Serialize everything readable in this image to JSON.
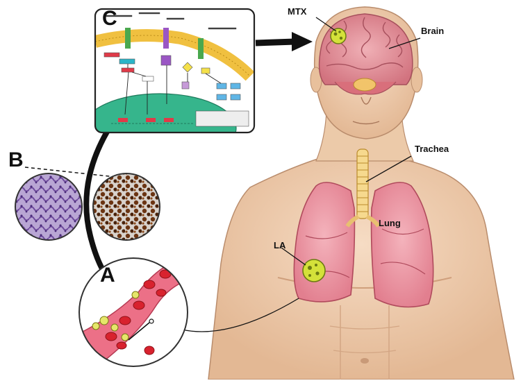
{
  "labels": {
    "panel_a": "A",
    "panel_b": "B",
    "panel_c": "C",
    "mtx": "MTX",
    "brain": "Brain",
    "trachea": "Trachea",
    "lung": "Lung",
    "la": "LA"
  },
  "colors": {
    "skin": "#f0d2b6",
    "skin_shadow": "#d9ab88",
    "lung": "#ee98a4",
    "lung_dark": "#d66a7a",
    "brain": "#e48f98",
    "trachea": "#f6d98e",
    "tumor": "#d4e13a",
    "vessel": "#e8506a",
    "cell_red": "#d8222e",
    "membrane": "#f0c040",
    "nucleus": "#36b58c",
    "he_stain": "#8f6bb0",
    "ihc_stain": "#6b3412"
  },
  "icons": [
    "arrow-right-icon"
  ]
}
